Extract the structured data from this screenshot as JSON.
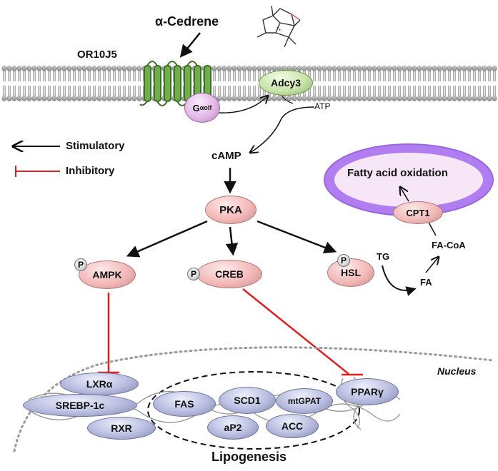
{
  "ligand": {
    "name": "α-Cedrene"
  },
  "receptor": {
    "name": "OR10J5"
  },
  "membrane": {
    "adcy3": "Adcy3",
    "g_protein_main": "G",
    "g_protein_sub": "αolf",
    "atp": "ATP"
  },
  "legend": {
    "stimulatory": "Stimulatory",
    "inhibitory": "Inhibitory"
  },
  "pathway": {
    "camp": "cAMP",
    "pka": "PKA",
    "ampk": "AMPK",
    "creb": "CREB",
    "hsl": "HSL",
    "phospho": "P",
    "tg": "TG",
    "fa": "FA",
    "fa_coa": "FA-CoA",
    "cpt1": "CPT1",
    "mitochondria": "Fatty acid oxidation"
  },
  "nucleus": {
    "label": "Nucleus",
    "lxra": "LXRα",
    "srebp": "SREBP-1c",
    "rxr": "RXR",
    "fas": "FAS",
    "scd1": "SCD1",
    "mtgpat": "mtGPAT",
    "ap2": "aP2",
    "acc": "ACC",
    "ppar": "PPARγ",
    "lipogenesis": "Lipogenesis"
  },
  "colors": {
    "stimulatory": "#111111",
    "inhibitory": "#e02020",
    "mitochondria_outer": "#b07ef0",
    "mitochondria_inner": "#f7e6f8",
    "receptor": "#5c9a3c"
  },
  "icons": [
    "cedrene-structure-icon",
    "phosphate-icon"
  ]
}
